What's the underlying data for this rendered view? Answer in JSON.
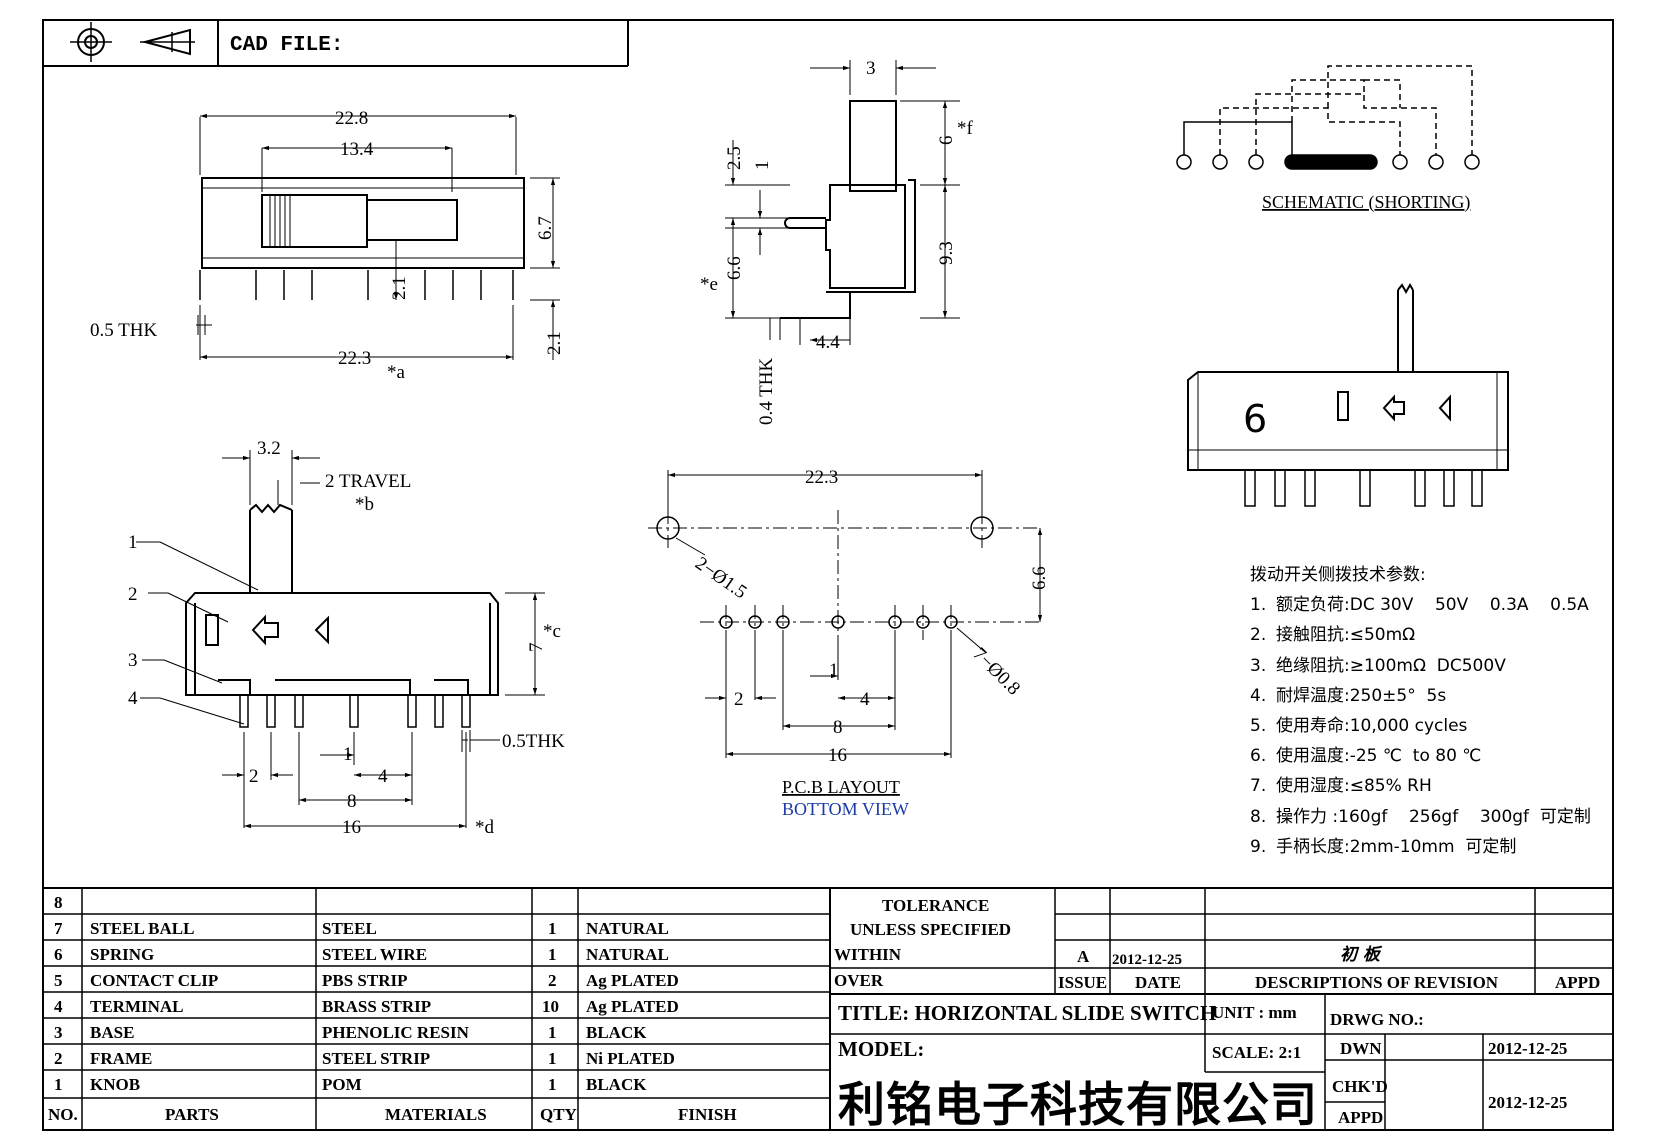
{
  "header": {
    "cad_file_label": "CAD FILE:"
  },
  "dimensions": {
    "top_view": {
      "overall_width": "22.8",
      "knob_span": "13.4",
      "height": "6.7",
      "pin_length": "2.1",
      "pin_length_right": "2.1",
      "thk": "0.5 THK",
      "body_width": "22.3",
      "note": "*a"
    },
    "side_view": {
      "knob_width": "3",
      "knob_height": "6",
      "knob_note": "*f",
      "d1": "2.5",
      "d2": "1",
      "d3": "6.6",
      "note_e": "*e",
      "body_height": "9.3",
      "offset": "4.4",
      "thk": "0.4 THK"
    },
    "front_view": {
      "knob_width": "3.2",
      "travel": "2 TRAVEL",
      "note_b": "*b",
      "height": "7",
      "note_c": "*c",
      "p2": "2",
      "p1": "1",
      "p4": "4",
      "p8": "8",
      "p16": "16",
      "note_d": "*d",
      "thk": "0.5THK",
      "callouts": [
        "1",
        "2",
        "3",
        "4"
      ]
    },
    "pcb": {
      "width": "22.3",
      "hole_big": "2−Ø1.5",
      "height": "6.6",
      "hole_small": "7−Ø0.8",
      "p1": "1",
      "p2": "2",
      "p4": "4",
      "p8": "8",
      "p16": "16",
      "title": "P.C.B LAYOUT",
      "subtitle": "BOTTOM VIEW"
    },
    "schematic": {
      "title": "SCHEMATIC (SHORTING)"
    },
    "iso": {
      "marking": "6"
    }
  },
  "specs": {
    "title": "拨动开关侧拨技术参数:",
    "items": [
      {
        "n": "1.",
        "label": "额定负荷:",
        "value": "DC 30V    50V    0.3A    0.5A"
      },
      {
        "n": "2.",
        "label": "接触阻抗:",
        "value": "≤50mΩ"
      },
      {
        "n": "3.",
        "label": "绝缘阻抗:",
        "value": "≥100mΩ  DC500V"
      },
      {
        "n": "4.",
        "label": "耐焊温度:",
        "value": "250±5°  5s"
      },
      {
        "n": "5.",
        "label": "使用寿命:",
        "value": "10,000 cycles"
      },
      {
        "n": "6.",
        "label": "使用温度:",
        "value": "-25 ℃  to 80 ℃"
      },
      {
        "n": "7.",
        "label": "使用湿度:",
        "value": "≤85% RH"
      },
      {
        "n": "8.",
        "label": "操作力 :",
        "value": "160gf    256gf    300gf  可定制"
      },
      {
        "n": "9.",
        "label": "手柄长度:",
        "value": "2mm-10mm  可定制"
      }
    ]
  },
  "parts_table": {
    "header": {
      "no": "NO.",
      "parts": "PARTS",
      "materials": "MATERIALS",
      "qty": "QTY",
      "finish": "FINISH"
    },
    "rows": [
      {
        "no": "8",
        "parts": "",
        "materials": "",
        "qty": "",
        "finish": ""
      },
      {
        "no": "7",
        "parts": "STEEL BALL",
        "materials": "STEEL",
        "qty": "1",
        "finish": "NATURAL"
      },
      {
        "no": "6",
        "parts": "SPRING",
        "materials": "STEEL WIRE",
        "qty": "1",
        "finish": "NATURAL"
      },
      {
        "no": "5",
        "parts": "CONTACT CLIP",
        "materials": "PBS STRIP",
        "qty": "2",
        "finish": "Ag PLATED"
      },
      {
        "no": "4",
        "parts": "TERMINAL",
        "materials": "BRASS STRIP",
        "qty": "10",
        "finish": "Ag PLATED"
      },
      {
        "no": "3",
        "parts": "BASE",
        "materials": "PHENOLIC RESIN",
        "qty": "1",
        "finish": "BLACK"
      },
      {
        "no": "2",
        "parts": "FRAME",
        "materials": "STEEL STRIP",
        "qty": "1",
        "finish": "Ni PLATED"
      },
      {
        "no": "1",
        "parts": "KNOB",
        "materials": "POM",
        "qty": "1",
        "finish": "BLACK"
      }
    ]
  },
  "title_block": {
    "tolerance": "TOLERANCE",
    "unless": "UNLESS   SPECIFIED",
    "within": "WITHIN",
    "over": "OVER",
    "rev": "A",
    "rev_date": "2012-12-25",
    "rev_desc": "初 板",
    "issue": "ISSUE",
    "date": "DATE",
    "desc_of_rev": "DESCRIPTIONS OF REVISION",
    "appd": "APPD",
    "title": "TITLE: HORIZONTAL SLIDE SWITCH",
    "unit": "UNIT : mm",
    "drwg_no": "DRWG NO.:",
    "model": "MODEL:",
    "scale": "SCALE: 2:1",
    "dwn": "DWN",
    "dwn_date": "2012-12-25",
    "chkd": "CHK'D",
    "appd2": "APPD",
    "chk_date": "2012-12-25",
    "company": "利铭电子科技有限公司"
  }
}
